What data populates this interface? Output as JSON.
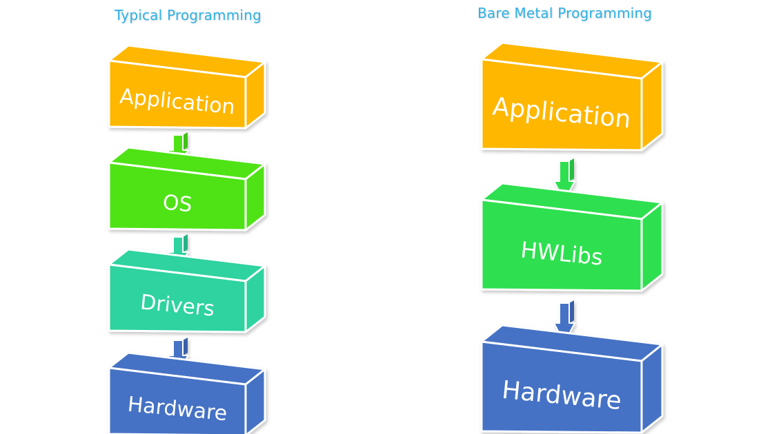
{
  "diagrams": {
    "typical": {
      "title": "Typical Programming",
      "layers": [
        {
          "label": "Application",
          "color": "#FFB700"
        },
        {
          "label": "OS",
          "color": "#4FE319"
        },
        {
          "label": "Drivers",
          "color": "#2ED39F"
        },
        {
          "label": "Hardware",
          "color": "#4472C4"
        }
      ]
    },
    "bare_metal": {
      "title": "Bare Metal Programming",
      "layers": [
        {
          "label": "Application",
          "color": "#FFB700"
        },
        {
          "label": "HWLibs",
          "color": "#2EE04F"
        },
        {
          "label": "Hardware",
          "color": "#4472C4"
        }
      ]
    }
  },
  "colors": {
    "title_text": "#2EB2E6",
    "application": "#FFB700",
    "os": "#4FE319",
    "drivers": "#2ED39F",
    "hwlibs": "#2EE04F",
    "hardware": "#4472C4"
  }
}
